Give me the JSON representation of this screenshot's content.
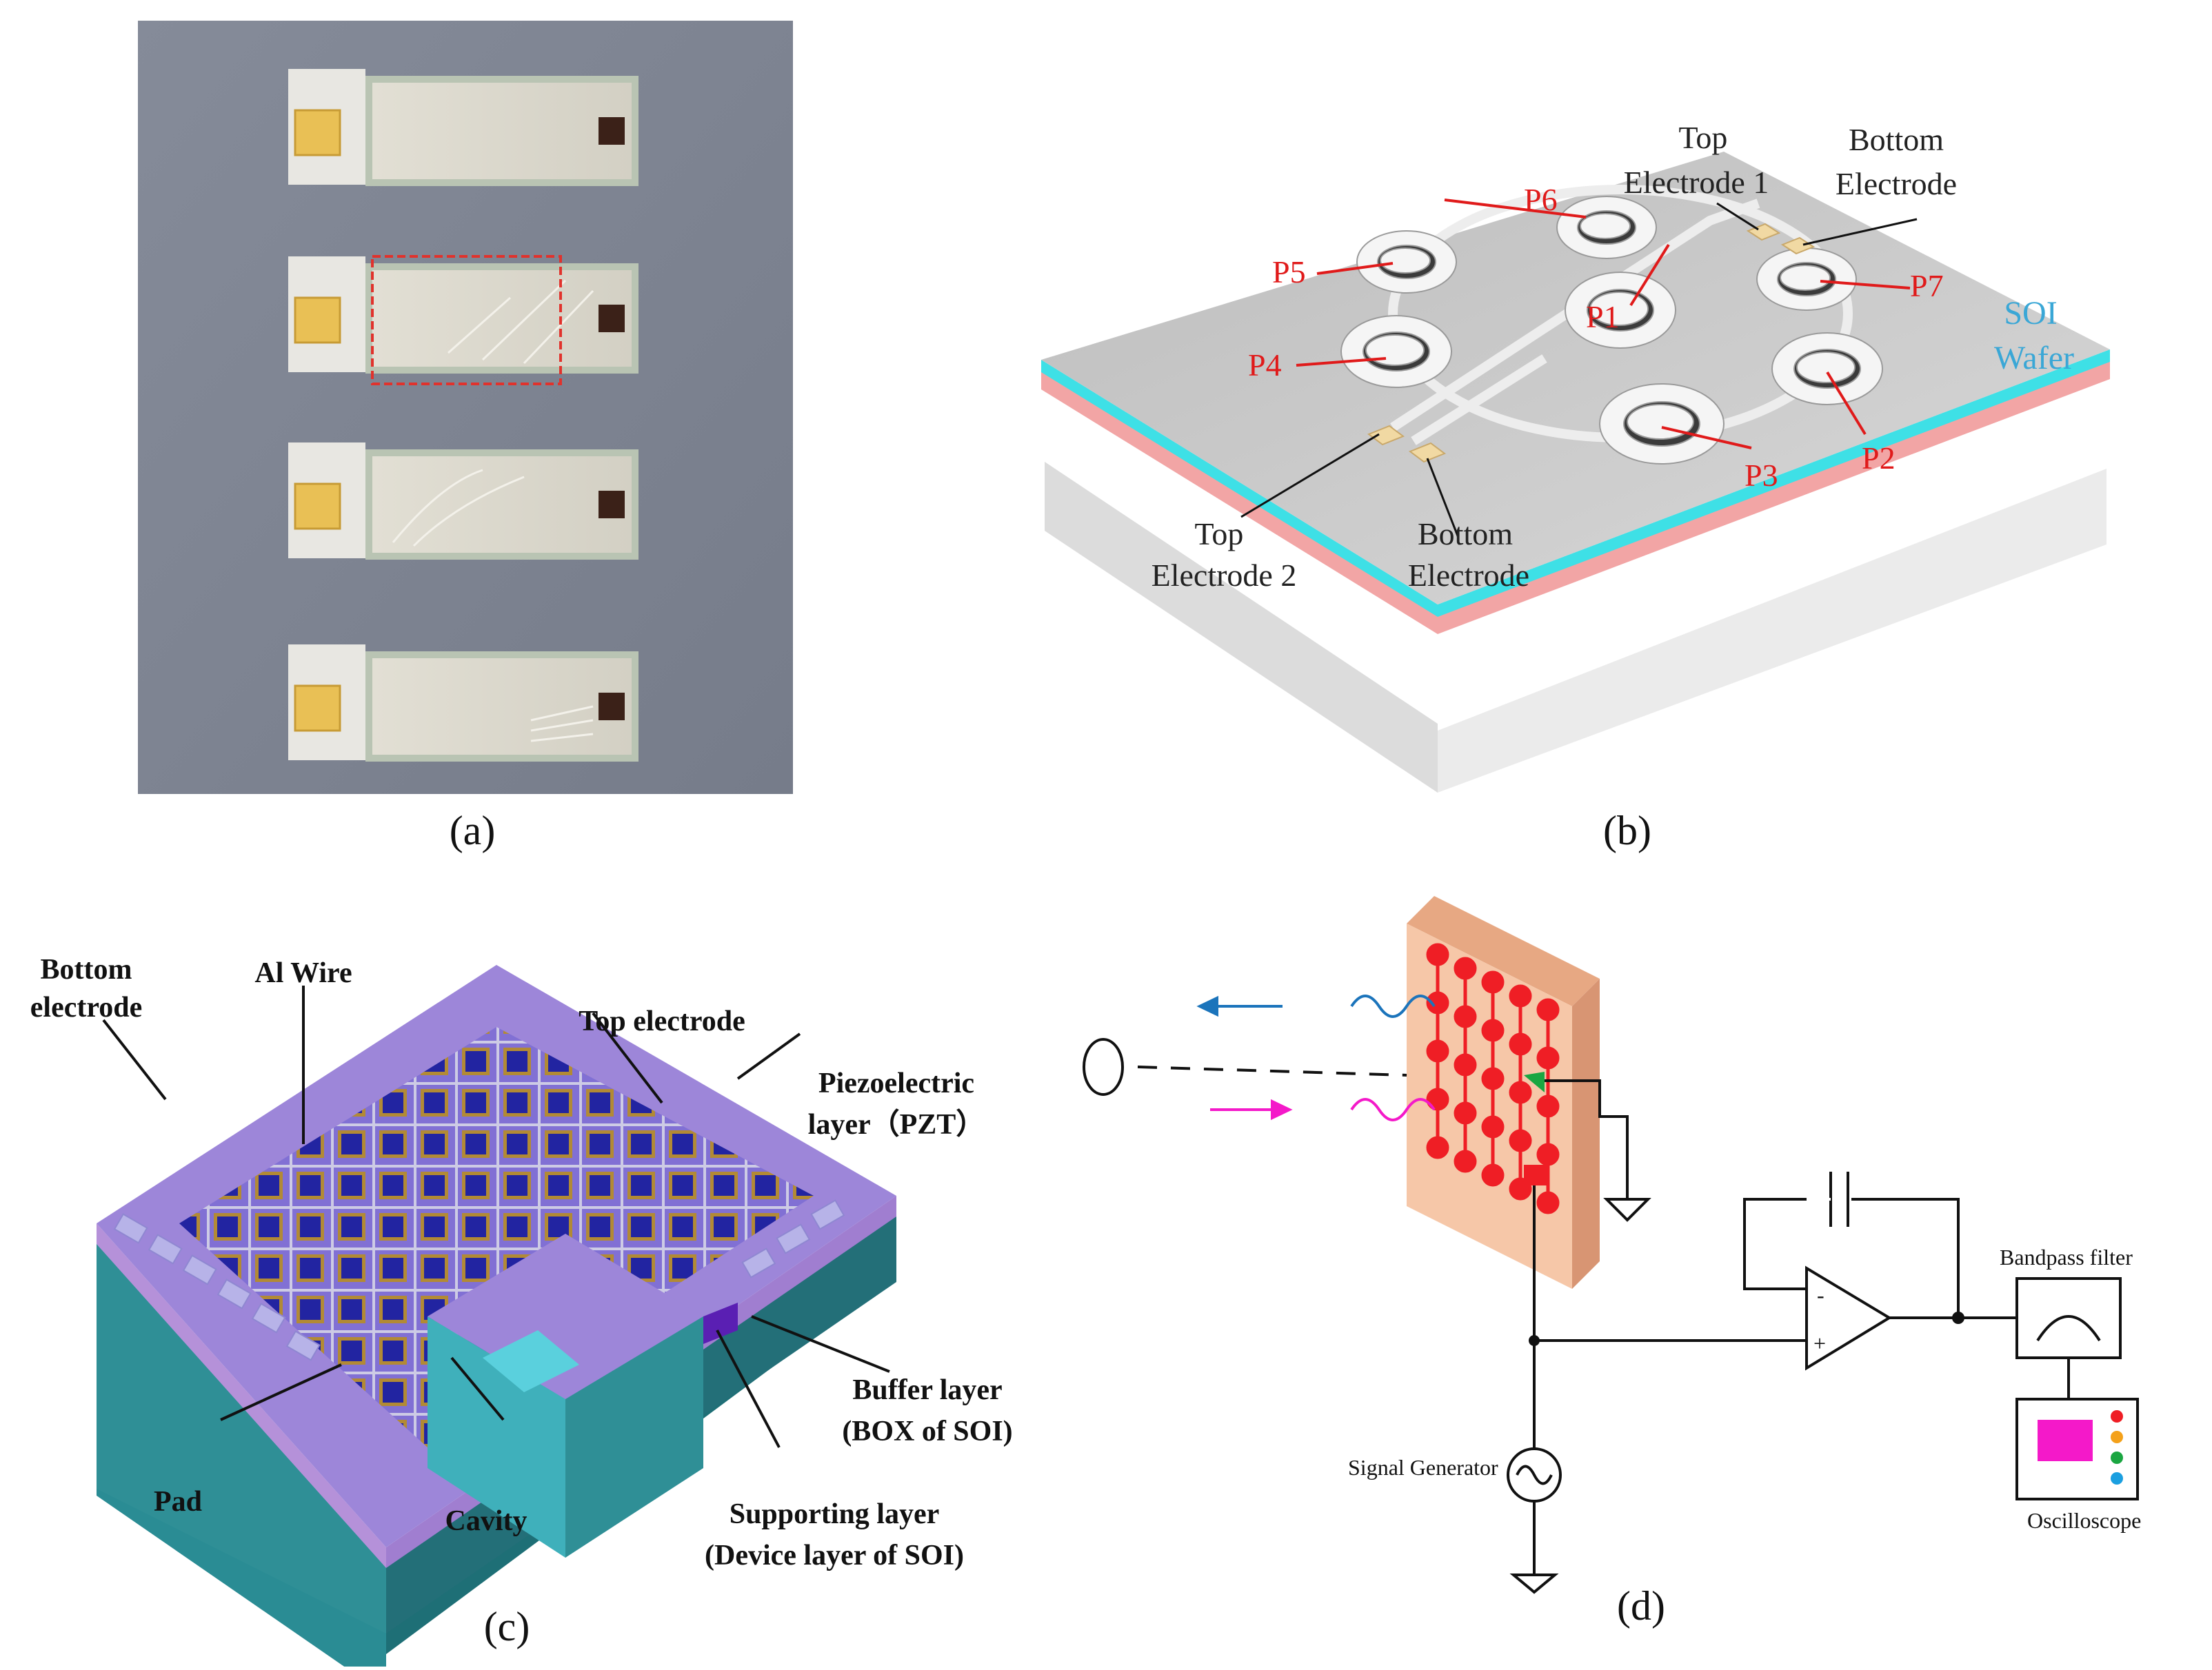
{
  "panels": {
    "a": {
      "caption": "(a)",
      "colors": {
        "background": "#7d8392",
        "pad": "#e9c055",
        "chip": "#dcd9cd",
        "frame": "#e9e9e6",
        "dark_pad": "#3b2118",
        "highlight": "#e1322c"
      }
    },
    "b": {
      "caption": "(b)",
      "labels": {
        "top_electrode_1": [
          "Top",
          "Electrode 1"
        ],
        "bottom_electrode_right": [
          "Bottom",
          "Electrode"
        ],
        "top_electrode_2": [
          "Top",
          "Electrode 2"
        ],
        "bottom_electrode_left": [
          "Bottom",
          "Electrode"
        ],
        "wafer": [
          "SOI",
          "Wafer"
        ],
        "points": [
          "P1",
          "P2",
          "P3",
          "P4",
          "P5",
          "P6",
          "P7"
        ]
      },
      "colors": {
        "surface": "#c9c9c9",
        "point_label": "#e01a1a",
        "wafer_label": "#3aa7d6",
        "cyan_layer": "#3ee0e6",
        "pink_layer": "#f2a5a5"
      }
    },
    "c": {
      "caption": "(c)",
      "labels": {
        "bottom_electrode": [
          "Bottom",
          "electrode"
        ],
        "al_wire": "Al Wire",
        "top_electrode": "Top electrode",
        "piezoelectric": [
          "Piezoelectric",
          "layer（PZT）"
        ],
        "buffer": [
          "Buffer layer",
          "(BOX of SOI)"
        ],
        "supporting": [
          "Supporting layer",
          "(Device layer of SOI)"
        ],
        "cavity": "Cavity",
        "pad": "Pad"
      },
      "colors": {
        "top": "#9d86d9",
        "teal": "#2f8f96",
        "element": "#1b1f9e",
        "frame": "#b38a2c"
      }
    },
    "d": {
      "caption": "(d)",
      "labels": {
        "signal_generator": "Signal Generator",
        "bandpass_filter": "Bandpass filter",
        "oscilloscope": "Oscilloscope",
        "minus": "-",
        "plus": "+"
      },
      "colors": {
        "plate": "#f6c7a8",
        "dots": "#ef1e25",
        "blue": "#1b74bb",
        "magenta": "#f419c9",
        "green": "#1aa641"
      }
    }
  }
}
